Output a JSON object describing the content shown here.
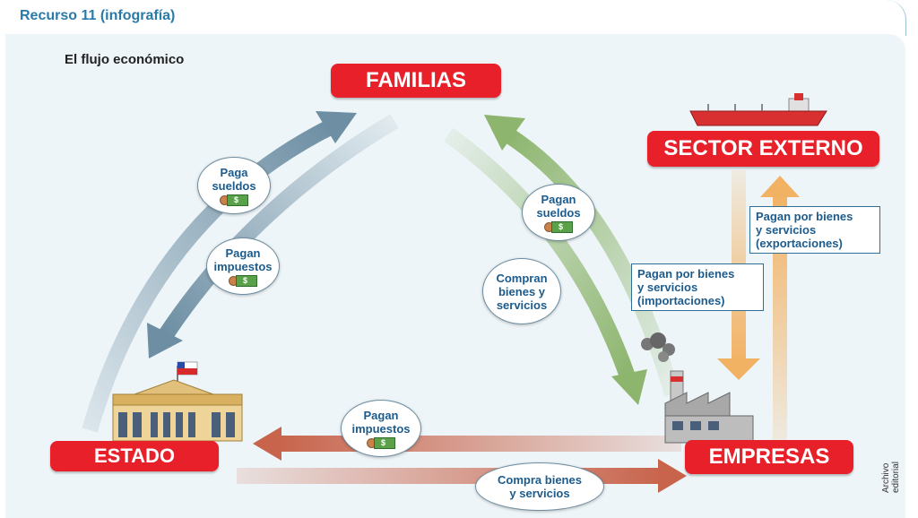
{
  "header": {
    "title": "Recurso 11 (infografía)"
  },
  "diagram": {
    "subtitle": "El flujo económico",
    "nodes": {
      "familias": "FAMILIAS",
      "sector_externo": "SECTOR EXTERNO",
      "estado": "ESTADO",
      "empresas": "EMPRESAS"
    },
    "flows": {
      "estado_paga_sueldos": [
        "Paga",
        "sueldos"
      ],
      "familias_pagan_impuestos": [
        "Pagan",
        "impuestos"
      ],
      "empresas_pagan_sueldos": [
        "Pagan",
        "sueldos"
      ],
      "familias_compran": [
        "Compran",
        "bienes y",
        "servicios"
      ],
      "exportaciones": [
        "Pagan por bienes",
        "y servicios",
        "(exportaciones)"
      ],
      "importaciones": [
        "Pagan por bienes",
        "y servicios",
        "(importaciones)"
      ],
      "empresas_pagan_impuestos": [
        "Pagan",
        "impuestos"
      ],
      "estado_compra": [
        "Compra bienes",
        "y servicios"
      ]
    },
    "credit": "Archivo editorial"
  },
  "colors": {
    "node_red": "#e8202a",
    "arrow_blue": "#6d8ea3",
    "arrow_green": "#8db56e",
    "arrow_orange": "#f2b264",
    "arrow_brown": "#c8644c",
    "label_blue": "#1c5b8c"
  }
}
